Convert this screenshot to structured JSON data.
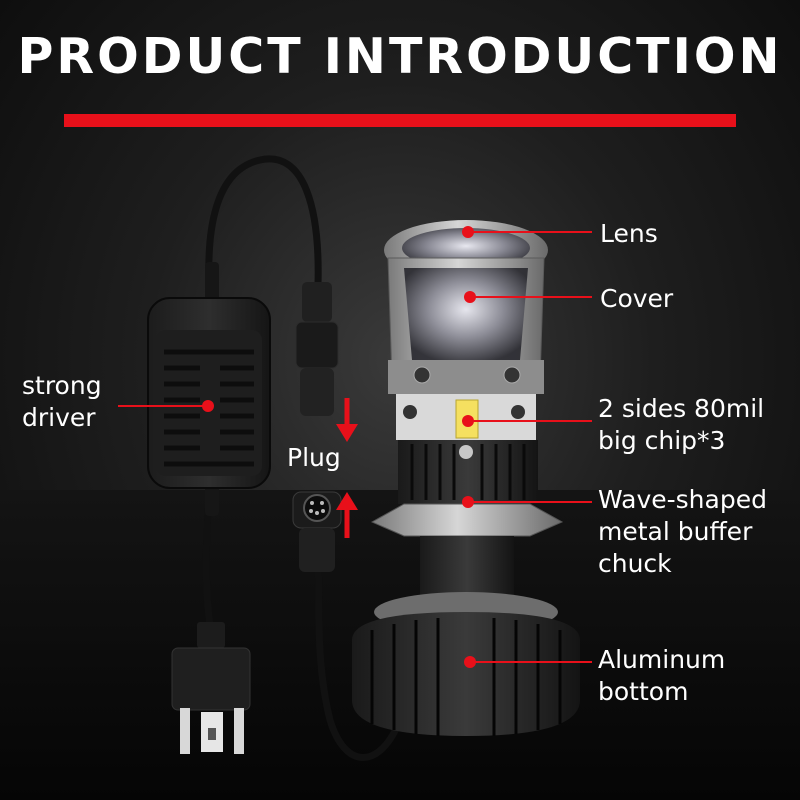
{
  "headline": "PRODUCT INTRODUCTION",
  "colors": {
    "accent": "#e8101a",
    "background": "#1a1a1a",
    "text": "#ffffff"
  },
  "callouts": {
    "lens": {
      "lines": [
        "Lens"
      ]
    },
    "cover": {
      "lines": [
        "Cover"
      ]
    },
    "chip": {
      "lines": [
        "2 sides 80mil",
        "big chip*3"
      ]
    },
    "chuck": {
      "lines": [
        "Wave-shaped",
        "metal buffer",
        "chuck"
      ]
    },
    "bottom": {
      "lines": [
        "Aluminum",
        "bottom"
      ]
    },
    "driver": {
      "lines": [
        "strong",
        "driver"
      ]
    },
    "plug": {
      "lines": [
        "Plug"
      ]
    }
  }
}
